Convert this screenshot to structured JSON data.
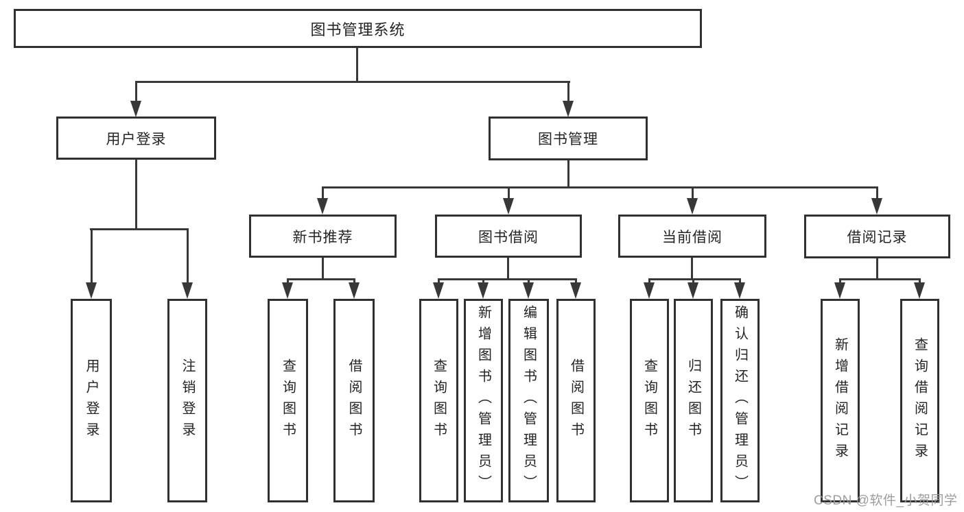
{
  "tree": {
    "label": "图书管理系统",
    "children": [
      {
        "label": "用户登录",
        "children": [
          {
            "label": "用户登录"
          },
          {
            "label": "注销登录"
          }
        ]
      },
      {
        "label": "图书管理",
        "children": [
          {
            "label": "新书推荐",
            "children": [
              {
                "label": "查询图书"
              },
              {
                "label": "借阅图书"
              }
            ]
          },
          {
            "label": "图书借阅",
            "children": [
              {
                "label": "查询图书"
              },
              {
                "label": "新增图书（管理员）"
              },
              {
                "label": "编辑图书（管理员）"
              },
              {
                "label": "借阅图书"
              }
            ]
          },
          {
            "label": "当前借阅",
            "children": [
              {
                "label": "查询图书"
              },
              {
                "label": "归还图书"
              },
              {
                "label": "确认归还（管理员）"
              }
            ]
          },
          {
            "label": "借阅记录",
            "children": [
              {
                "label": "新增借阅记录"
              },
              {
                "label": "查询借阅记录"
              }
            ]
          }
        ]
      }
    ]
  },
  "watermark": "CSDN @软件_小贺同学",
  "colors": {
    "line": "#383838",
    "border": "#303030",
    "text": "#242424",
    "watermark": "#989898",
    "background": "#ffffff"
  }
}
